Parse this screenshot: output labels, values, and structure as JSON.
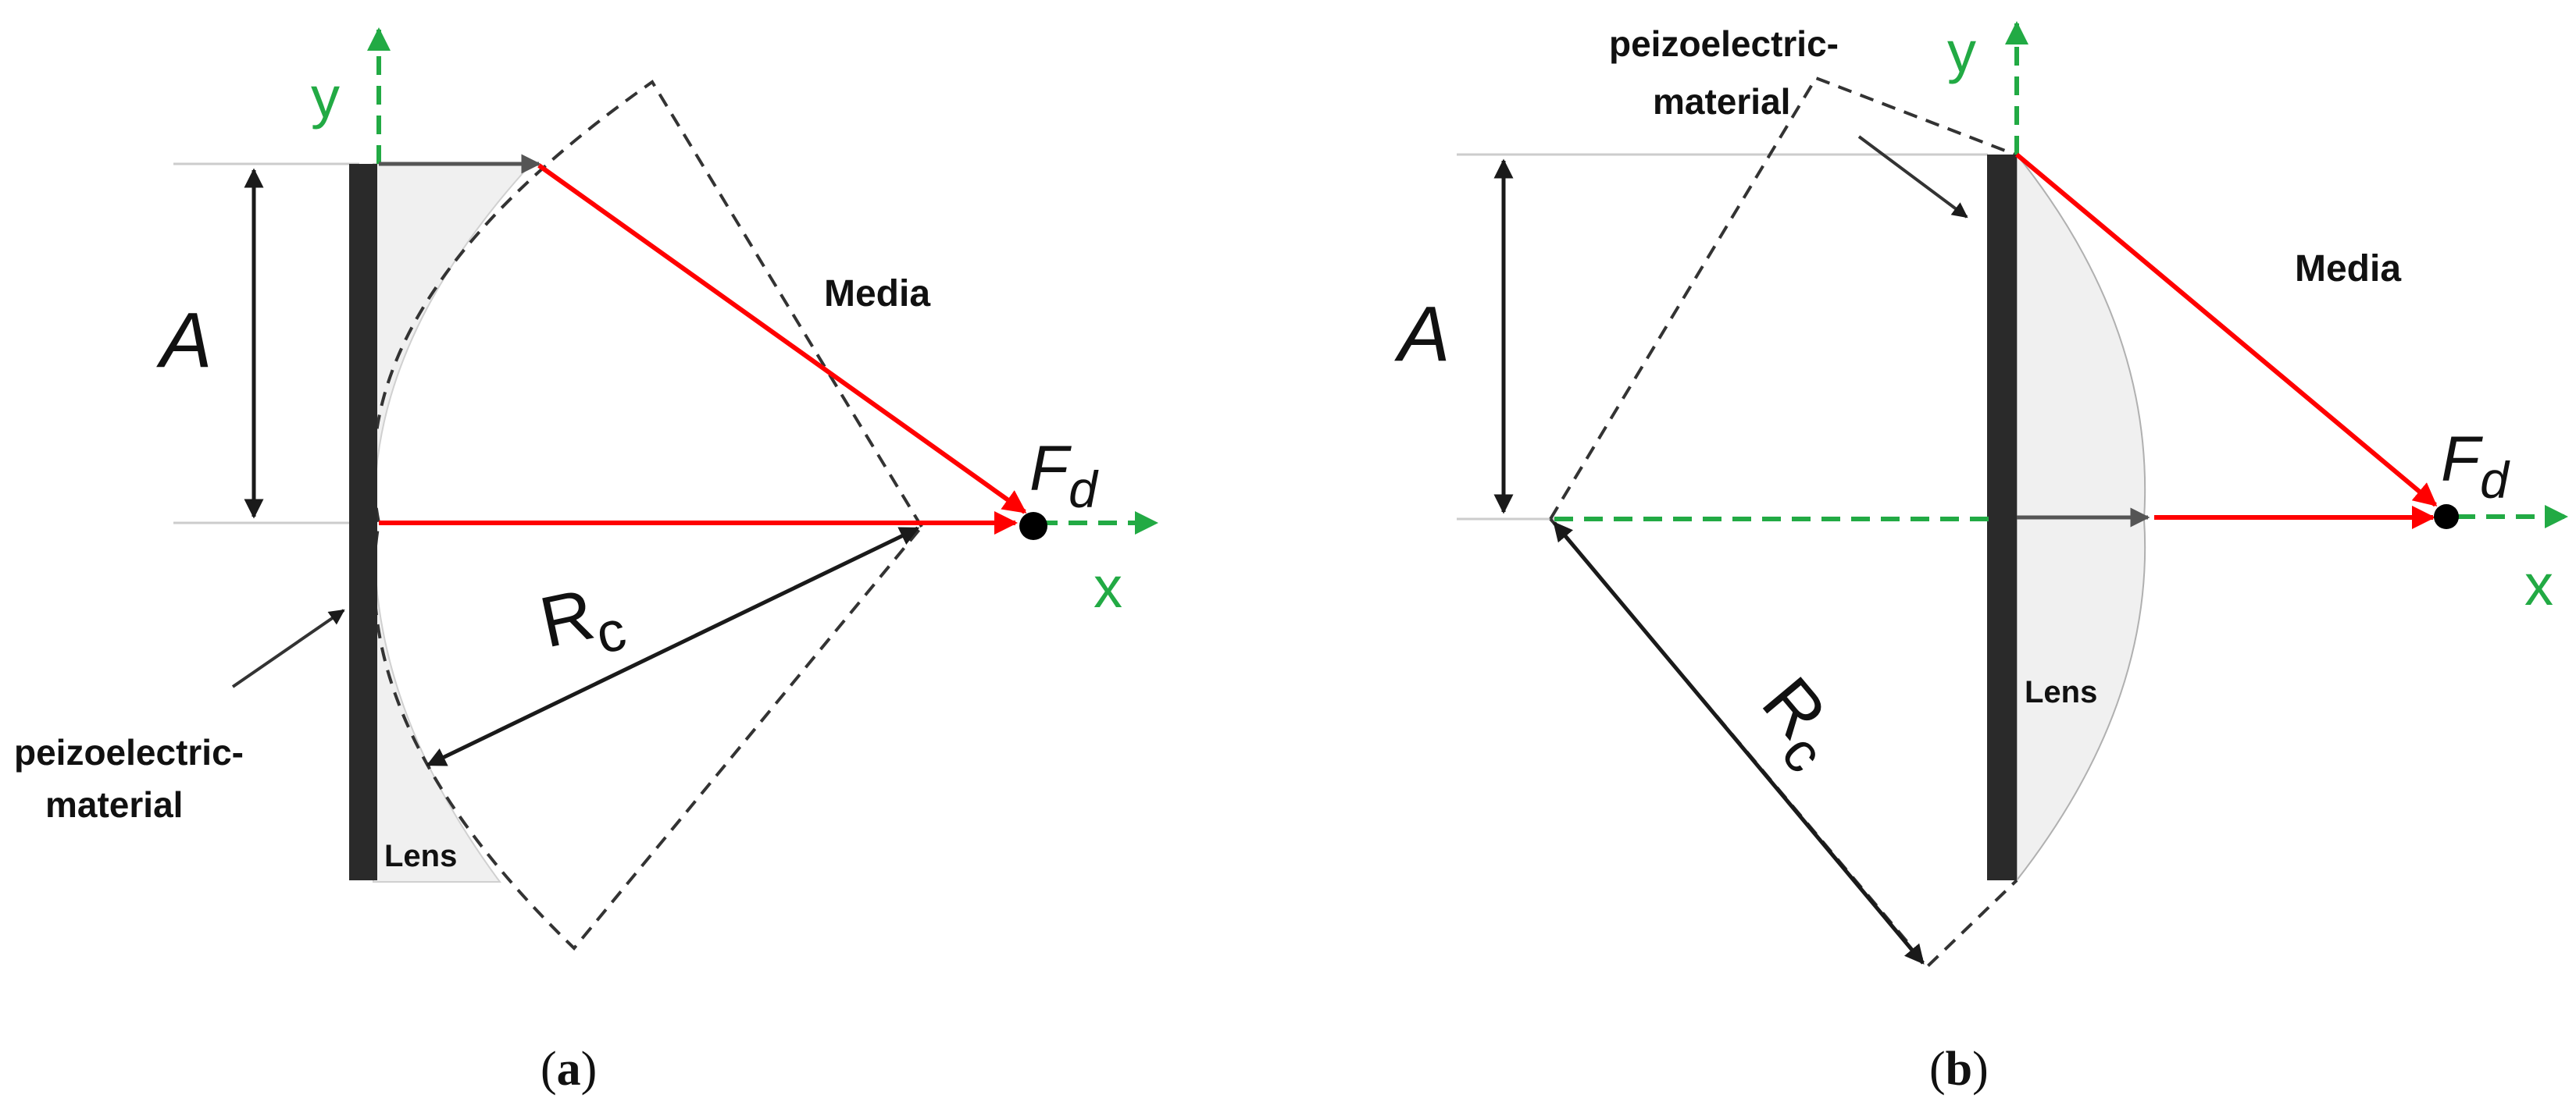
{
  "panel_a": {
    "caption_open": "(",
    "caption_letter": "a",
    "caption_close": ")",
    "axis_y": "y",
    "axis_x": "x",
    "dim_A": "A",
    "media": "Media",
    "focus": "F",
    "focus_sub": "d",
    "radius": "R",
    "radius_sub": "c",
    "piezo_line1": "peizoelectric-",
    "piezo_line2": "material",
    "lens": "Lens"
  },
  "panel_b": {
    "caption_open": "(",
    "caption_letter": "b",
    "caption_close": ")",
    "axis_y": "y",
    "axis_x": "x",
    "dim_A": "A",
    "media": "Media",
    "focus": "F",
    "focus_sub": "d",
    "radius": "R",
    "radius_sub": "c",
    "piezo_line1": "peizoelectric-",
    "piezo_line2": "material",
    "lens": "Lens"
  },
  "colors": {
    "ray": "#ff0000",
    "axis": "#22aa44",
    "element": "#2a2a2a",
    "lens_fill": "#f0f0f0"
  }
}
